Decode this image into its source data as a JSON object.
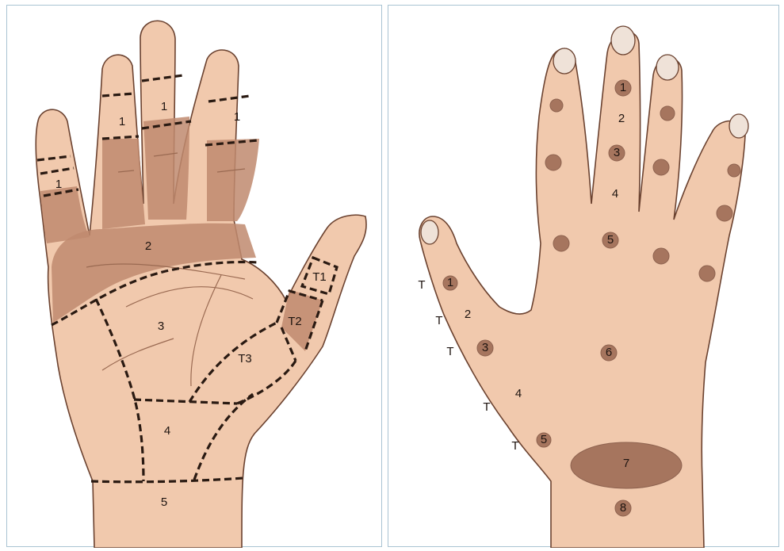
{
  "palm_view": {
    "zone_labels": {
      "little_finger": "1",
      "ring_finger": "1",
      "middle_finger": "1",
      "index_finger": "1",
      "palm_upper": "2",
      "palm_central": "3",
      "palm_lower": "4",
      "wrist": "5",
      "thumb_tip": "T1",
      "thumb_middle": "T2",
      "thenar": "T3"
    }
  },
  "dorsal_view": {
    "point_labels": {
      "middle_distal": "1",
      "middle_shaft_upper": "2",
      "middle_pip": "3",
      "middle_shaft_lower": "4",
      "middle_knuckle": "5",
      "back_of_hand": "6",
      "wrist_band": "7",
      "forearm": "8",
      "thumb_ip": "1",
      "thumb_shaft_upper": "2",
      "thumb_mcp": "3",
      "thumb_shaft_lower": "4",
      "thumb_base": "5",
      "t_marker_1": "T",
      "t_marker_2": "T",
      "t_marker_3": "T",
      "t_marker_4": "T",
      "t_marker_5": "T"
    }
  },
  "colors": {
    "skin": "#f1c9ad",
    "shaded_zone": "#c08a6e",
    "panel_border": "#a9c3d3",
    "dashed_line": "#2a1a12"
  }
}
